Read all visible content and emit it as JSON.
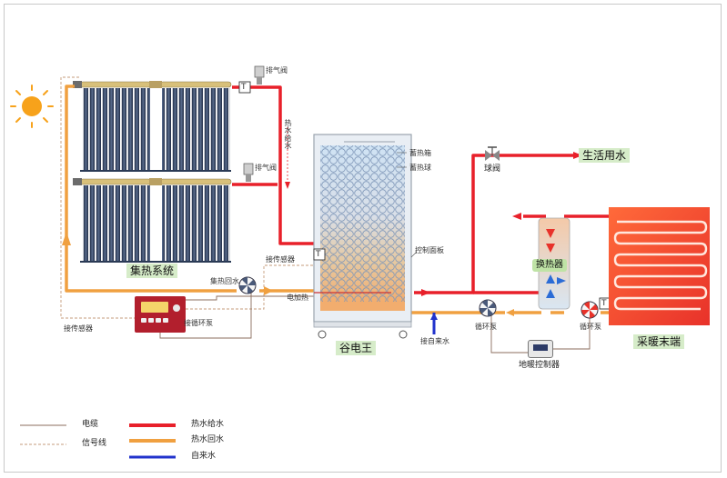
{
  "labels": {
    "vent_valve_top": "排气阀",
    "vent_valve_bottom": "排气阀",
    "supply_vertical": "热水给水",
    "collector_system": "集热系统",
    "collector_return": "集热回水",
    "sensor_right": "接传感器",
    "sensor_left": "接传感器",
    "electric_heating": "电加热",
    "pump_connect": "接循环泵",
    "storage_tank": "蓄热箱",
    "heat_ball": "蓄热球",
    "control_panel": "控制面板",
    "tank_brand": "谷电王",
    "tap_inlet": "接自来水",
    "circ_pump_1": "循环泵",
    "circ_pump_2": "循环泵",
    "ball_valve": "球阀",
    "domestic_water": "生活用水",
    "heat_exchanger": "换热器",
    "floor_controller": "地暖控制器",
    "heating_terminal": "采暖末端",
    "t_symbol": "T"
  },
  "legend": [
    {
      "label": "电缆",
      "style": "cable",
      "color": "#8b6d5c"
    },
    {
      "label": "信号线",
      "style": "signal",
      "color": "#c69b7b"
    },
    {
      "label": "热水给水",
      "style": "supply",
      "color": "#e8202a"
    },
    {
      "label": "热水回水",
      "style": "return",
      "color": "#f0a040"
    },
    {
      "label": "自来水",
      "style": "tap",
      "color": "#2233cc"
    }
  ],
  "colors": {
    "hot_supply": "#e8202a",
    "hot_return": "#f0a040",
    "tap_water": "#2233cc",
    "cable": "#8b6d5c",
    "signal": "#c69b7b",
    "label_bg": "#d6ecc9"
  },
  "icons": {
    "sun": "sun-icon",
    "pump": "fan-pump-icon",
    "valve": "ball-valve-icon"
  }
}
